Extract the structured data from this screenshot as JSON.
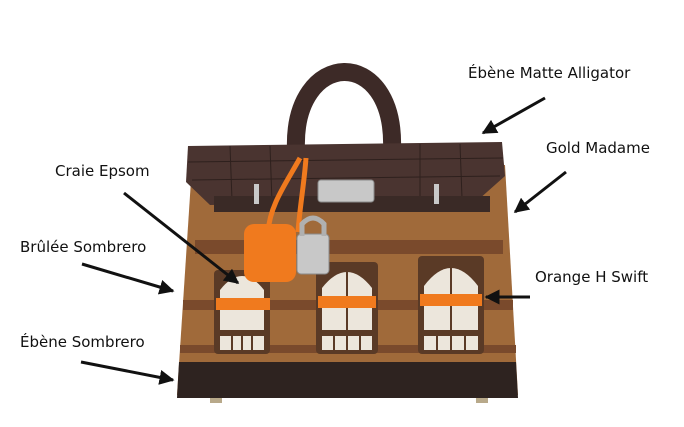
{
  "labels": {
    "ebene_matte_alligator": "Ébène Matte Alligator",
    "gold_madame": "Gold Madame",
    "craie_epsom": "Craie Epsom",
    "brulee_sombrero": "Brûlée Sombrero",
    "orange_h_swift": "Orange H Swift",
    "ebene_sombrero": "Ébène Sombrero"
  },
  "colors": {
    "alligator": "#4a3430",
    "gold": "#a06a3a",
    "craie": "#ece6dc",
    "brulee": "#7a4a2c",
    "orange": "#f07a1e",
    "ebene": "#2e2320",
    "hardware": "#c8c8c8"
  }
}
